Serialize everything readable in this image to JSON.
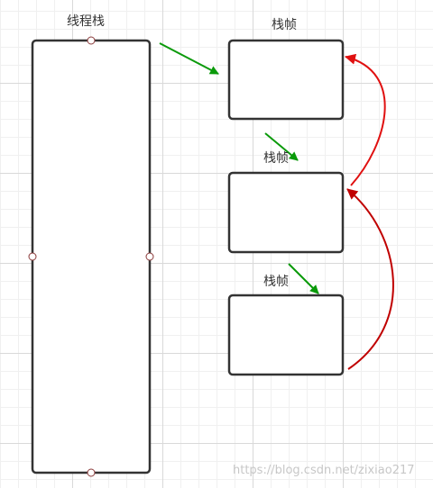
{
  "labels": {
    "thread_stack": "线程栈",
    "frame_1": "栈帧",
    "frame_2": "栈帧",
    "frame_3": "栈帧"
  },
  "watermark": "https://blog.csdn.net/zixiao217",
  "colors": {
    "box_stroke": "#333333",
    "handle_stroke": "#8b3a3a",
    "green_arrow": "#0a9a0a",
    "red_arrow": "#e01010",
    "dark_red_arrow": "#c00000"
  }
}
